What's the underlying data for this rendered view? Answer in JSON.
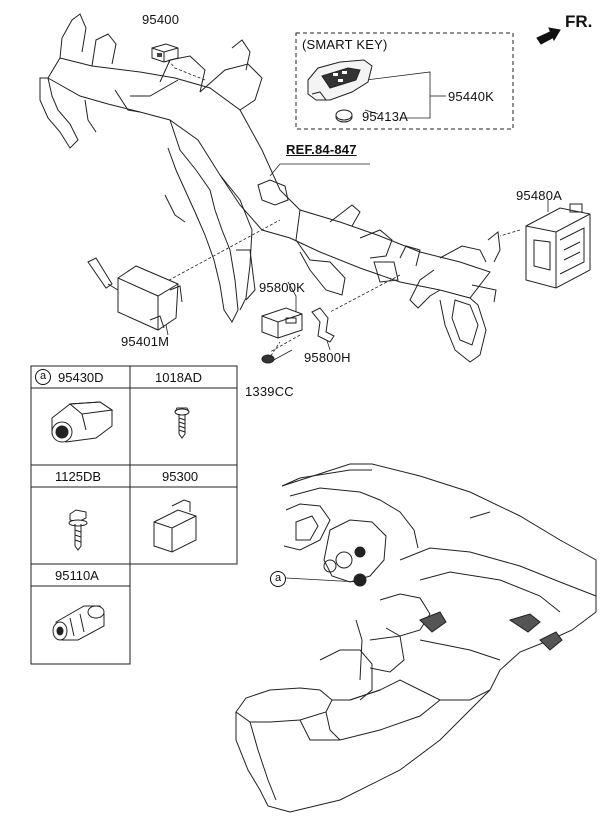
{
  "direction": {
    "label": "FR."
  },
  "callouts": {
    "p95400": "95400",
    "smart_key_title": "(SMART KEY)",
    "p95440k": "95440K",
    "p95413a": "95413A",
    "ref": "REF.84-847",
    "p95480a": "95480A",
    "p95800k": "95800K",
    "p95401m": "95401M",
    "p95800h": "95800H",
    "p1339cc": "1339CC",
    "detail_a": "a"
  },
  "parts_table": {
    "rows": [
      [
        {
          "marker": "a",
          "code": "95430D"
        },
        {
          "code": "1018AD"
        }
      ],
      [
        {
          "code": "1125DB"
        },
        {
          "code": "95300"
        }
      ],
      [
        {
          "code": "95110A"
        }
      ]
    ]
  }
}
